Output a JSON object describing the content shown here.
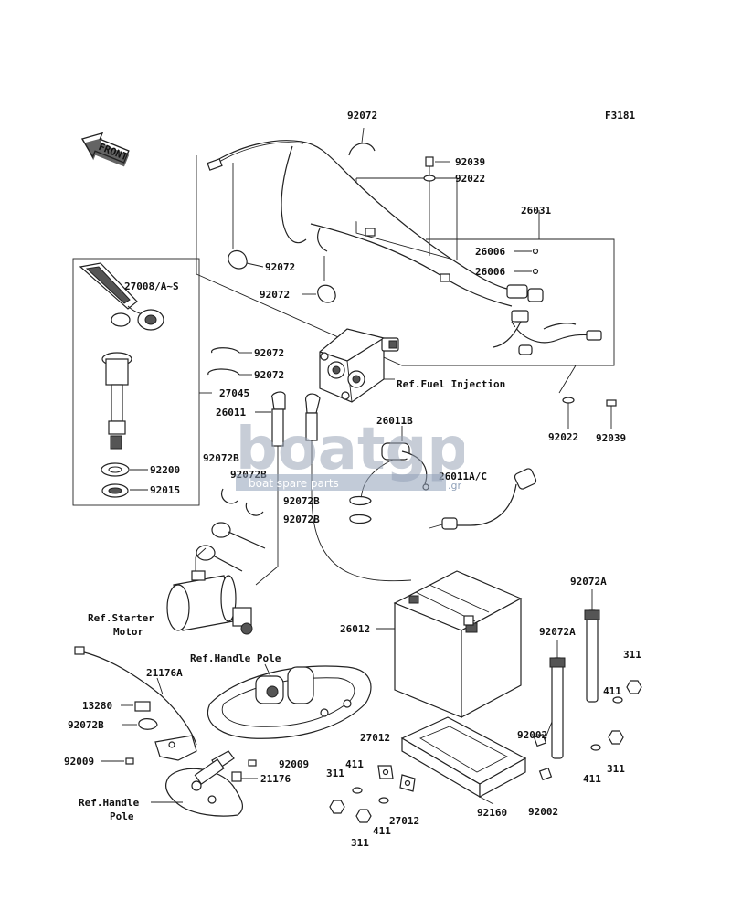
{
  "figure_code": "F3181",
  "front_label": "FRONT",
  "watermark": {
    "brand": "boatgp",
    "sub": "boat spare parts",
    "suffix": ".gr"
  },
  "labels": {
    "p92072_top": "92072",
    "p92039_top": "92039",
    "p92022_top": "92022",
    "p26031": "26031",
    "p26006_a": "26006",
    "p26006_b": "26006",
    "p92072_left": "92072",
    "p92072_mid": "92072",
    "p27008": "27008/A~S",
    "p92072_c1": "92072",
    "p92072_c2": "92072",
    "ref_fuel": "Ref.Fuel Injection",
    "p27045": "27045",
    "p26011": "26011",
    "p26011b": "26011B",
    "p92022_right": "92022",
    "p92039_right": "92039",
    "p92200": "92200",
    "p92015": "92015",
    "p92072b_a": "92072B",
    "p92072b_b": "92072B",
    "p26011ac": "26011A/C",
    "p92072b_c": "92072B",
    "p92072b_d": "92072B",
    "p92072a_top": "92072A",
    "ref_starter_1": "Ref.Starter",
    "ref_starter_2": "Motor",
    "p26012": "26012",
    "p92072a_mid": "92072A",
    "ref_handle_top": "Ref.Handle Pole",
    "p311_a": "311",
    "p21176a": "21176A",
    "p411_a": "411",
    "p13280": "13280",
    "p92002_a": "92002",
    "p92072b_e": "92072B",
    "p27012_a": "27012",
    "p311_b": "311",
    "p92009_a": "92009",
    "p92009_b": "92009",
    "p411_b": "411",
    "p411_c": "411",
    "p311_c": "311",
    "p21176": "21176",
    "ref_handle_b1": "Ref.Handle",
    "ref_handle_b2": "Pole",
    "p27012_b": "27012",
    "p92160": "92160",
    "p92002_b": "92002",
    "p311_d": "311",
    "p411_d": "411"
  }
}
